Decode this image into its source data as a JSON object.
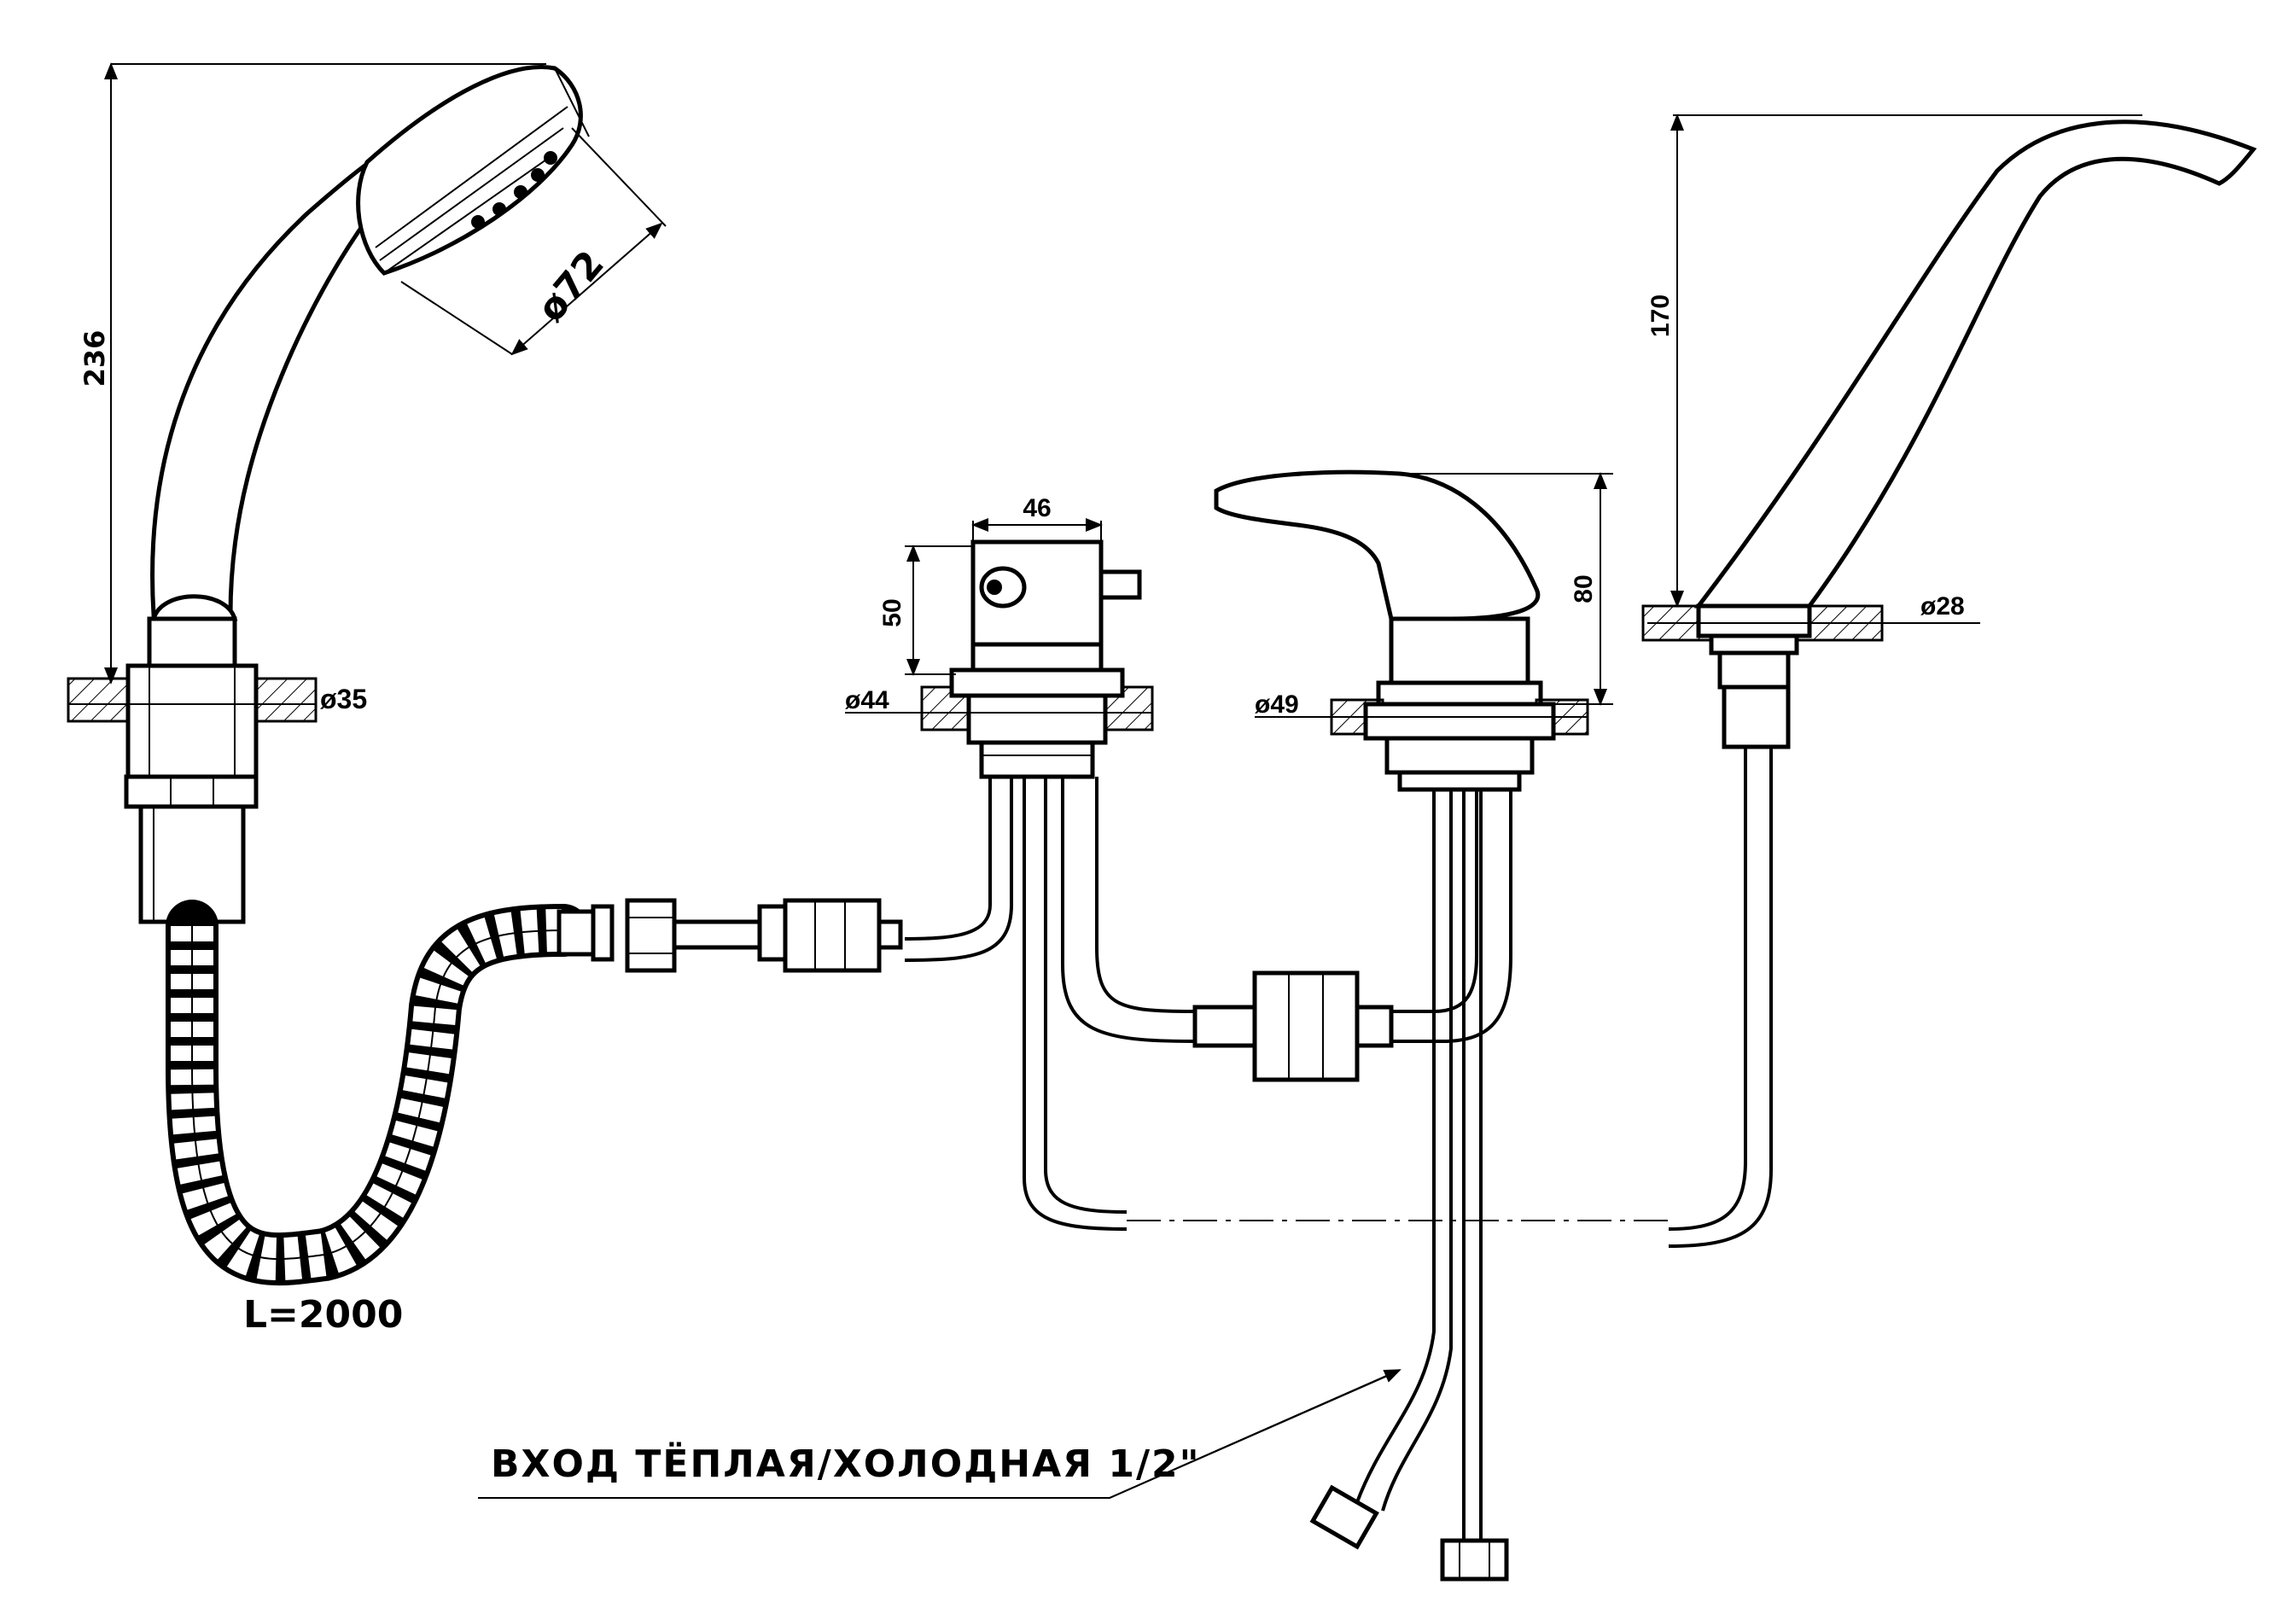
{
  "labels": {
    "hose_length": "L=2000",
    "inlet_note": "ВХОД ТЁПЛАЯ/ХОЛОДНАЯ 1/2\"",
    "dim_height_shower": "236",
    "dim_head_diameter": "ø72",
    "dim_shower_hole": "ø35",
    "dim_diverter_width": "46",
    "dim_diverter_height": "50",
    "dim_diverter_hole": "ø44",
    "dim_mixer_height": "80",
    "dim_mixer_hole": "ø49",
    "dim_spout_height": "170",
    "dim_spout_hole": "ø28"
  }
}
